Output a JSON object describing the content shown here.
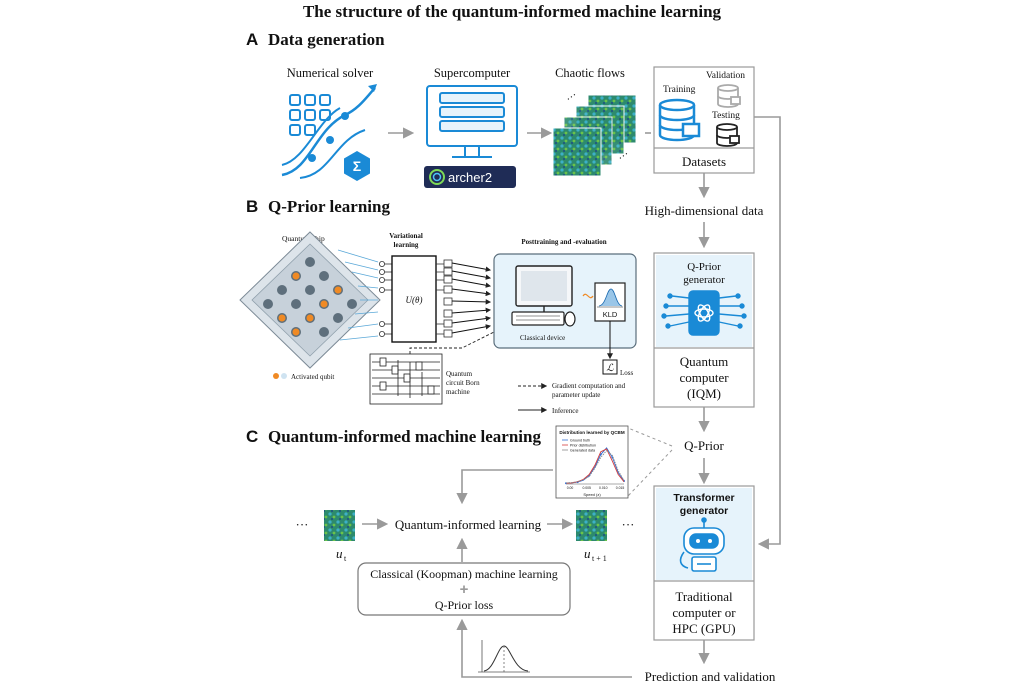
{
  "title": "The structure of the quantum-informed machine learning",
  "sections": {
    "a": {
      "letter": "A",
      "title": "Data generation"
    },
    "b": {
      "letter": "B",
      "title": "Q-Prior learning"
    },
    "c": {
      "letter": "C",
      "title": "Quantum-informed machine learning"
    }
  },
  "data_generation": {
    "numerical_solver": "Numerical solver",
    "supercomputer": "Supercomputer",
    "archer_logo": "archer2",
    "chaotic_flows": "Chaotic flows",
    "datasets": {
      "label": "Datasets",
      "training": "Training",
      "validation": "Validation",
      "testing": "Testing"
    }
  },
  "flow": {
    "high_dim_data": "High-dimensional data",
    "q_prior": "Q-Prior",
    "prediction_validation": "Prediction and validation"
  },
  "qprior_generator": {
    "title_line1": "Q-Prior",
    "title_line2": "generator",
    "caption_line1": "Quantum",
    "caption_line2": "computer",
    "caption_line3": "(IQM)"
  },
  "transformer_generator": {
    "title_line1": "Transformer",
    "title_line2": "generator",
    "caption_line1": "Traditional",
    "caption_line2": "computer or",
    "caption_line3": "HPC (GPU)"
  },
  "qprior_learning": {
    "quantum_chip": "Quantum chip",
    "variational_line1": "Variational",
    "variational_line2": "learning",
    "unitary": "U(θ)",
    "posttraining": "Posttraining and -evaluation",
    "classical_device": "Classical device",
    "kld": "KLD",
    "loss_symbol": "ℒ",
    "loss": "Loss",
    "activated_qubit": "Activated qubit",
    "born_line1": "Quantum",
    "born_line2": "circuit Born",
    "born_line3": "machine",
    "gradient_line1": "Gradient computation and",
    "gradient_line2": "parameter update",
    "inference": "Inference"
  },
  "qiml": {
    "ellipsis": "···",
    "u_t": "u",
    "u_t_sub": "t",
    "u_t1": "u",
    "u_t1_sub": "t + 1",
    "quantum_informed_learning": "Quantum-informed learning",
    "classical_ml": "Classical (Koopman) machine learning",
    "plus": "+",
    "qprior_loss": "Q-Prior loss"
  },
  "chart_data": {
    "type": "line",
    "title": "Distribution learned by QCBM",
    "xlabel": "Speed (z)",
    "ylabel": "",
    "legend": [
      "Ground truth",
      "Prior distribution",
      "Generated data"
    ],
    "legend_placement": "top-left",
    "x_ticks": [
      "0.00",
      "0.005",
      "0.010",
      "0.015"
    ],
    "series": [
      {
        "name": "Ground truth",
        "color": "#2f6fd6",
        "x": [
          0,
          1,
          2,
          3,
          4,
          5,
          6,
          7,
          8,
          9,
          10
        ],
        "values": [
          0.02,
          0.03,
          0.05,
          0.1,
          0.22,
          0.45,
          0.78,
          0.95,
          0.7,
          0.3,
          0.08
        ]
      },
      {
        "name": "Prior distribution",
        "color": "#d43c3c",
        "x": [
          0,
          1,
          2,
          3,
          4,
          5,
          6,
          7,
          8,
          9,
          10
        ],
        "values": [
          0.02,
          0.03,
          0.06,
          0.12,
          0.25,
          0.5,
          0.85,
          0.92,
          0.6,
          0.25,
          0.06
        ]
      },
      {
        "name": "Generated data",
        "color": "#8a8a8a",
        "x": [
          0,
          1,
          2,
          3,
          4,
          5,
          6,
          7,
          8,
          9,
          10
        ],
        "values": [
          0.03,
          0.04,
          0.06,
          0.11,
          0.2,
          0.42,
          0.7,
          0.88,
          0.75,
          0.35,
          0.1
        ]
      }
    ],
    "ylim": [
      0,
      1
    ]
  },
  "colors": {
    "accent_blue": "#1a8ad6",
    "qprior_bg": "#e6f3fb",
    "arrow_gray": "#9a9a9a",
    "flow_green": "#2b8a74",
    "qubit_orange": "#f08a24",
    "archer_bg": "#1f2c56"
  }
}
